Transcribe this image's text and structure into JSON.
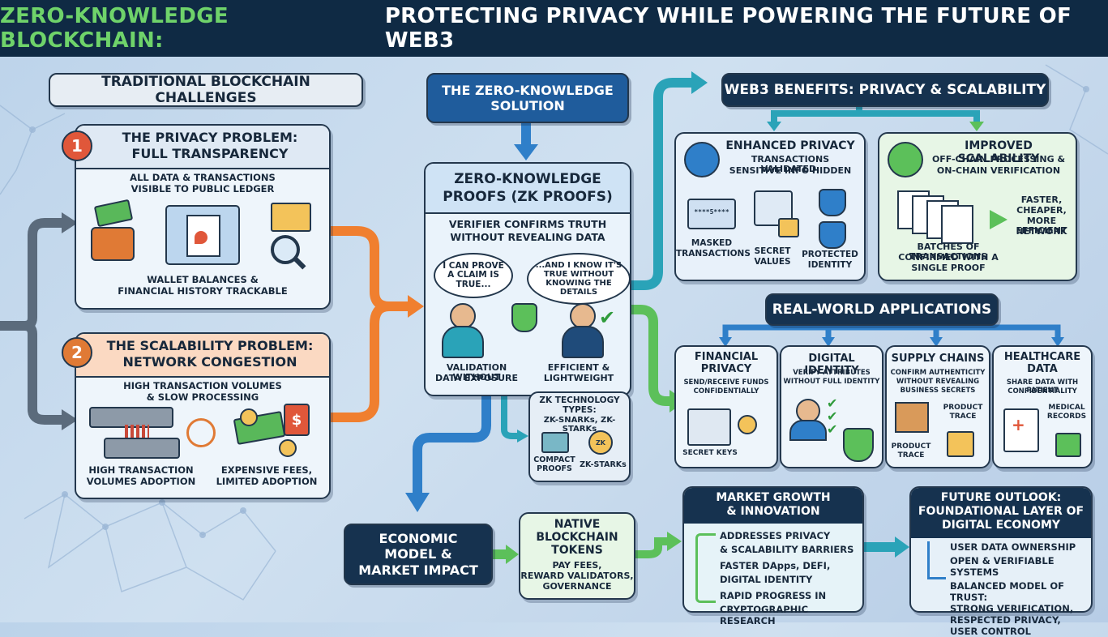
{
  "title": {
    "part1": "ZERO-KNOWLEDGE BLOCKCHAIN:",
    "part2": "PROTECTING PRIVACY WHILE POWERING THE FUTURE OF WEB3"
  },
  "challenges": {
    "header": "TRADITIONAL BLOCKCHAIN CHALLENGES",
    "privacy": {
      "number": "1",
      "title_line1": "THE PRIVACY PROBLEM:",
      "title_line2": "FULL TRANSPARENCY",
      "line1": "ALL DATA & TRANSACTIONS",
      "line2": "VISIBLE TO PUBLIC LEDGER",
      "foot1": "WALLET BALANCES &",
      "foot2": "FINANCIAL HISTORY TRACKABLE"
    },
    "scalability": {
      "number": "2",
      "title_line1": "THE SCALABILITY PROBLEM:",
      "title_line2": "NETWORK CONGESTION",
      "line1": "HIGH TRANSACTION VOLUMES",
      "line2": "& SLOW PROCESSING",
      "left1": "HIGH TRANSACTION",
      "left2": "VOLUMES ADOPTION",
      "right1": "EXPENSIVE FEES,",
      "right2": "LIMITED ADOPTION"
    }
  },
  "solution": {
    "header_line1": "THE ZERO-KNOWLEDGE",
    "header_line2": "SOLUTION",
    "zk_title1": "ZERO-KNOWLEDGE",
    "zk_title2": "PROOFS (ZK PROOFS)",
    "zk_sub1": "VERIFIER CONFIRMS TRUTH",
    "zk_sub2": "WITHOUT REVEALING DATA",
    "bubble_left": "I CAN PROVE A CLAIM IS TRUE...",
    "bubble_right": "...AND I KNOW IT'S TRUE WITHOUT KNOWING THE DETAILS",
    "foot_left1": "VALIDATION WITHOUT",
    "foot_left2": "DATA EXPOSURE",
    "foot_right1": "EFFICIENT &",
    "foot_right2": "LIGHTWEIGHT",
    "tech_title1": "ZK TECHNOLOGY",
    "tech_title2": "TYPES:",
    "tech_title3": "ZK-SNARKs, ZK-STARKs",
    "tech_left1": "COMPACT",
    "tech_left2": "PROOFS",
    "tech_right": "ZK-STARKs",
    "tech_badge": "ZK"
  },
  "benefits": {
    "header": "WEB3 BENEFITS: PRIVACY & SCALABILITY",
    "privacy": {
      "title": "ENHANCED PRIVACY",
      "sub1": "TRANSACTIONS VALIDATED,",
      "sub2": "SENSITIVE INFO HIDDEN",
      "card_code": "****5****",
      "l1a": "MASKED",
      "l1b": "TRANSACTIONS",
      "l2a": "SECRET",
      "l2b": "VALUES",
      "l3a": "PROTECTED",
      "l3b": "IDENTITY"
    },
    "scalability": {
      "title": "IMPROVED SCALABILITY",
      "sub1": "OFF-CHAIN PROCESSING &",
      "sub2": "ON-CHAIN VERIFICATION",
      "r1": "FASTER,",
      "r2": "CHEAPER,",
      "r3": "MORE EFFICIENT",
      "r4": "NETWORK",
      "b1": "BATCHES OF TRANSACTIONS",
      "b2": "CONFIRMED WITH A",
      "b3": "SINGLE PROOF"
    }
  },
  "applications": {
    "header": "REAL-WORLD APPLICATIONS",
    "financial": {
      "t1": "FINANCIAL",
      "t2": "PRIVACY",
      "s1": "SEND/RECEIVE FUNDS",
      "s2": "CONFIDENTIALLY",
      "foot": "SECRET KEYS"
    },
    "identity": {
      "t1": "DIGITAL IDENTITY",
      "s1": "VERIFY ATTRIBUTES",
      "s2": "WITHOUT FULL IDENTITY"
    },
    "supply": {
      "t1": "SUPPLY CHAINS",
      "s1": "CONFIRM AUTHENTICITY",
      "s2": "WITHOUT REVEALING",
      "s3": "BUSINESS SECRETS",
      "r1": "PRODUCT",
      "r2": "TRACE",
      "l1": "PRODUCT",
      "l2": "TRACE"
    },
    "health": {
      "t1": "HEALTHCARE",
      "t2": "DATA",
      "s1": "SHARE DATA WITH PATIENT",
      "s2": "CONFIDENTIALITY",
      "r1": "MEDICAL",
      "r2": "RECORDS"
    }
  },
  "economy": {
    "model1": "ECONOMIC",
    "model2": "MODEL &",
    "model3": "MARKET IMPACT",
    "tokens": {
      "t1": "NATIVE",
      "t2": "BLOCKCHAIN",
      "t3": "TOKENS",
      "s1": "PAY FEES,",
      "s2": "REWARD VALIDATORS,",
      "s3": "GOVERNANCE"
    },
    "growth": {
      "h1": "MARKET GROWTH",
      "h2": "& INNOVATION",
      "i1a": "ADDRESSES PRIVACY",
      "i1b": "& SCALABILITY BARRIERS",
      "i2a": "FASTER DApps, DEFI,",
      "i2b": "DIGITAL IDENTITY",
      "i3a": "RAPID PROGRESS IN",
      "i3b": "CRYPTOGRAPHIC RESEARCH"
    },
    "future": {
      "h1": "FUTURE OUTLOOK:",
      "h2": "FOUNDATIONAL LAYER OF",
      "h3": "DIGITAL ECONOMY",
      "i1": "USER DATA OWNERSHIP",
      "i2": "OPEN & VERIFIABLE SYSTEMS",
      "i3a": "BALANCED MODEL OF TRUST:",
      "i3b": "STRONG VERIFICATION,",
      "i3c": "RESPECTED PRIVACY,",
      "i3d": "USER CONTROL"
    }
  },
  "colors": {
    "navy": "#0f2a44",
    "green": "#6fd36a",
    "orange": "#f07f2f",
    "blue": "#2f7fc9",
    "teal": "#2aa3b8",
    "lime": "#5cc05a"
  }
}
